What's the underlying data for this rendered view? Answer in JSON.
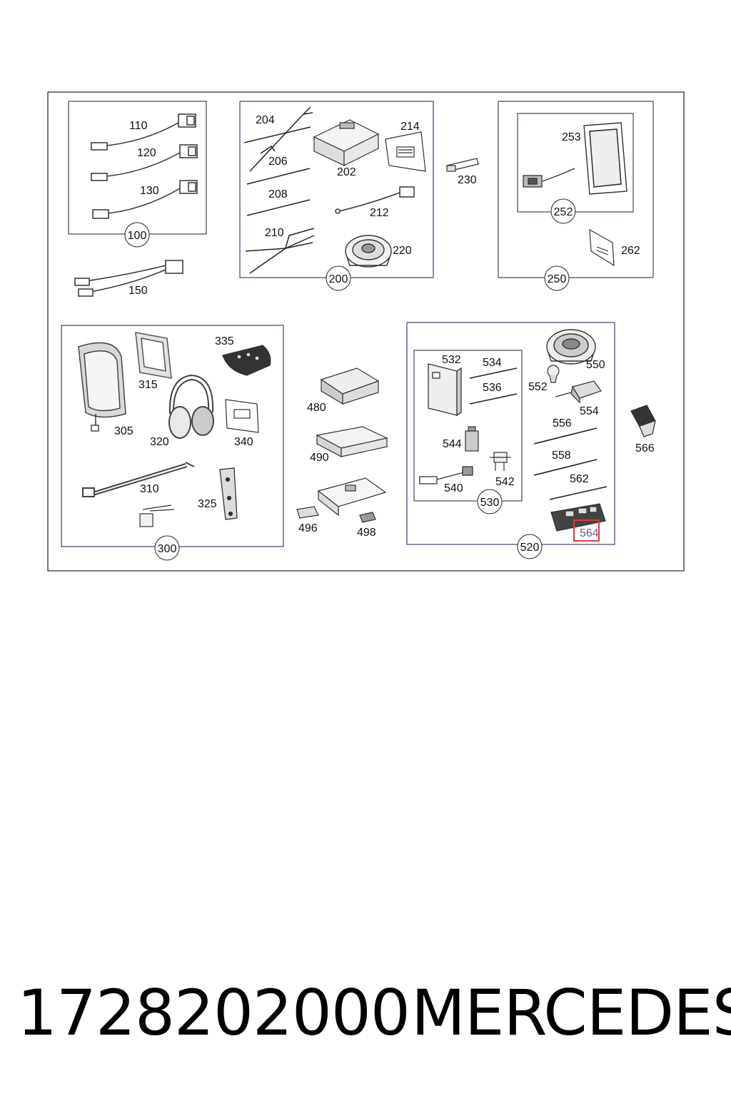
{
  "footer": {
    "part_number": "1728202000",
    "brand": "MERCEDES"
  },
  "groups": {
    "g100": "100",
    "g200": "200",
    "g250": "250",
    "g252": "252",
    "g300": "300",
    "g520": "520",
    "g530": "530"
  },
  "parts": {
    "p110": "110",
    "p120": "120",
    "p130": "130",
    "p150": "150",
    "p202": "202",
    "p204": "204",
    "p206": "206",
    "p208": "208",
    "p210": "210",
    "p212": "212",
    "p214": "214",
    "p220": "220",
    "p230": "230",
    "p253": "253",
    "p262": "262",
    "p305": "305",
    "p310": "310",
    "p315": "315",
    "p320": "320",
    "p325": "325",
    "p335": "335",
    "p340": "340",
    "p480": "480",
    "p490": "490",
    "p496": "496",
    "p498": "498",
    "p532": "532",
    "p534": "534",
    "p536": "536",
    "p540": "540",
    "p542": "542",
    "p544": "544",
    "p550": "550",
    "p552": "552",
    "p554": "554",
    "p556": "556",
    "p558": "558",
    "p562": "562",
    "p564": "564",
    "p566": "566"
  },
  "highlight": {
    "part": "564",
    "color": "#e53935"
  }
}
